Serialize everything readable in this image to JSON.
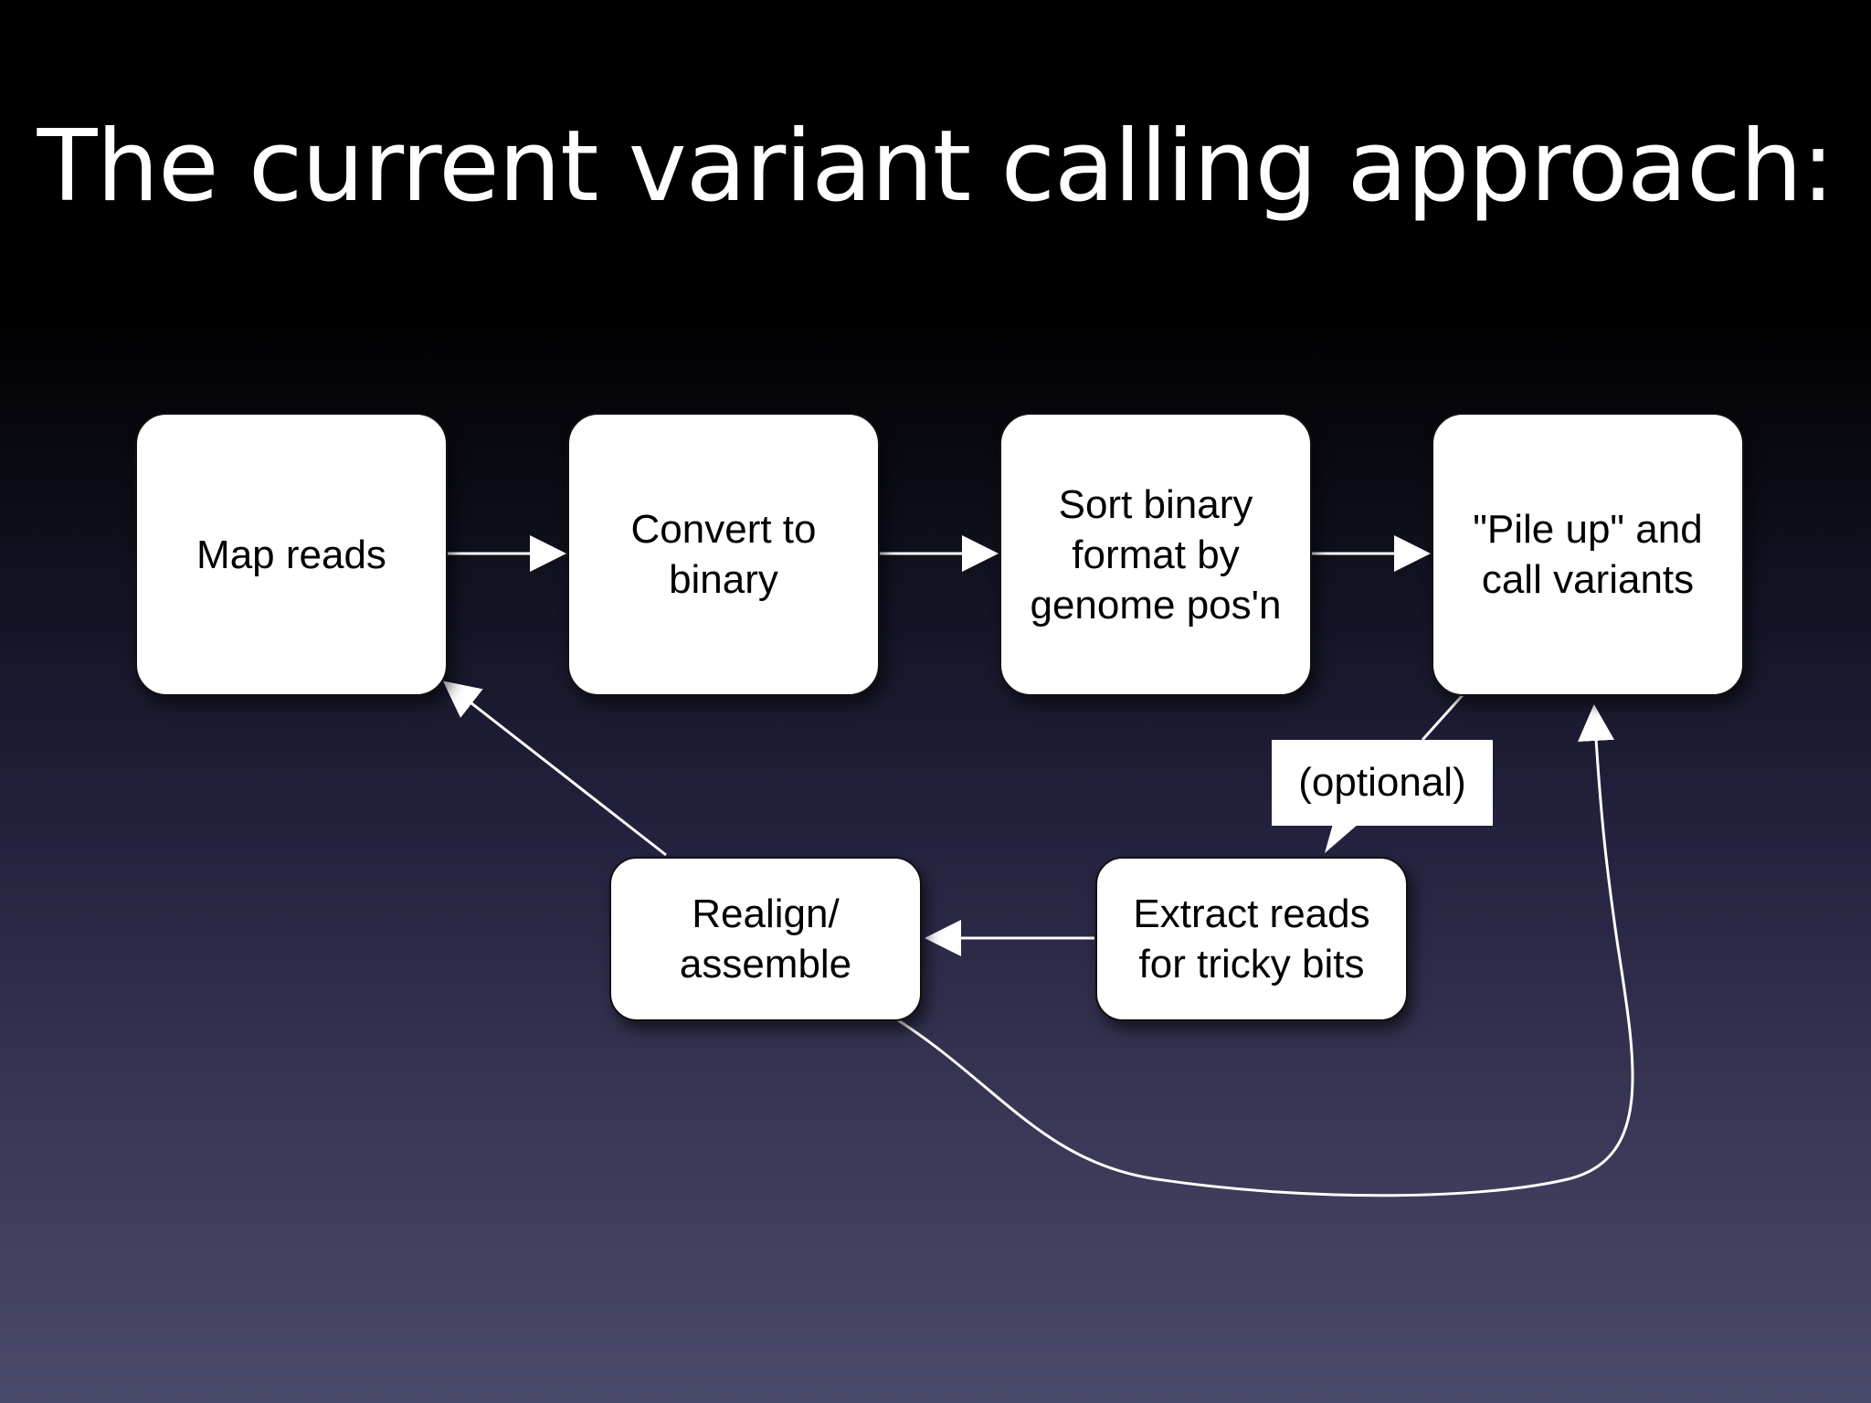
{
  "title": "The current variant calling approach:",
  "nodes": {
    "map_reads": "Map reads",
    "convert": "Convert to\nbinary",
    "sort": "Sort binary\nformat by\ngenome pos'n",
    "pileup": "\"Pile up\" and\ncall variants",
    "realign": "Realign/\nassemble",
    "extract": "Extract reads\nfor tricky bits"
  },
  "callout": "(optional)",
  "colors": {
    "box_fill": "#ffffff",
    "edge": "#ffffff",
    "title": "#ffffff"
  }
}
